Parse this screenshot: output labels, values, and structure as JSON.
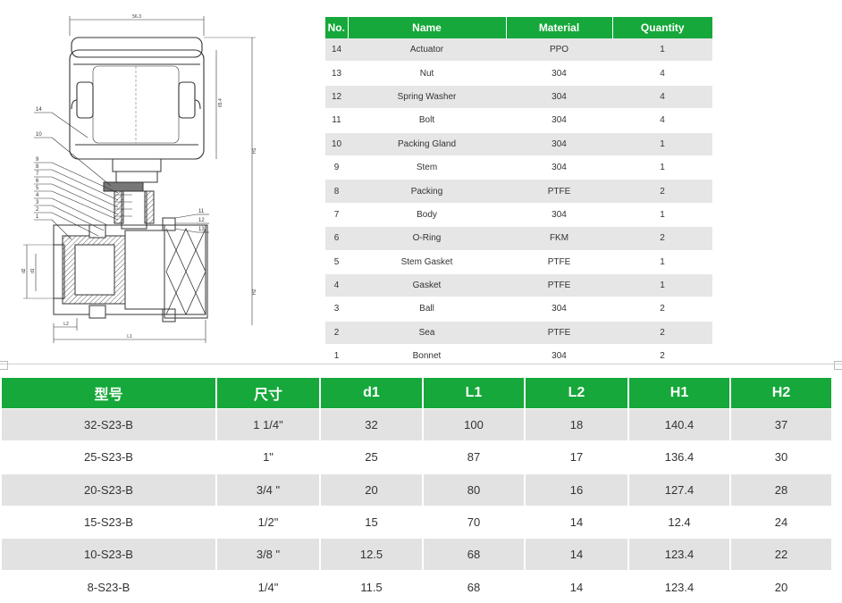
{
  "drawing": {
    "dimension_labels": {
      "top_width": "56.3",
      "actuator_height": "65.4",
      "h1": "H1",
      "h2": "H2",
      "l1": "L1",
      "l2": "L2",
      "d1": "d1",
      "d2": "d2"
    },
    "callouts_left": [
      "14",
      "10",
      "9",
      "8",
      "7",
      "6",
      "5",
      "4",
      "3",
      "2",
      "1"
    ],
    "callouts_right": [
      "11",
      "12",
      "13"
    ]
  },
  "parts_table": {
    "headers": [
      "No.",
      "Name",
      "Material",
      "Quantity"
    ],
    "rows": [
      [
        "14",
        "Actuator",
        "PPO",
        "1"
      ],
      [
        "13",
        "Nut",
        "304",
        "4"
      ],
      [
        "12",
        "Spring Washer",
        "304",
        "4"
      ],
      [
        "11",
        "Bolt",
        "304",
        "4"
      ],
      [
        "10",
        "Packing Gland",
        "304",
        "1"
      ],
      [
        "9",
        "Stem",
        "304",
        "1"
      ],
      [
        "8",
        "Packing",
        "PTFE",
        "2"
      ],
      [
        "7",
        "Body",
        "304",
        "1"
      ],
      [
        "6",
        "O-Ring",
        "FKM",
        "2"
      ],
      [
        "5",
        "Stem Gasket",
        "PTFE",
        "1"
      ],
      [
        "4",
        "Gasket",
        "PTFE",
        "1"
      ],
      [
        "3",
        "Ball",
        "304",
        "2"
      ],
      [
        "2",
        "Sea",
        "PTFE",
        "2"
      ],
      [
        "1",
        "Bonnet",
        "304",
        "2"
      ]
    ]
  },
  "dimension_table": {
    "headers": [
      "型号",
      "尺寸",
      "d1",
      "L1",
      "L2",
      "H1",
      "H2"
    ],
    "rows": [
      [
        "32-S23-B",
        "1 1/4\"",
        "32",
        "100",
        "18",
        "140.4",
        "37"
      ],
      [
        "25-S23-B",
        "1\"",
        "25",
        "87",
        "17",
        "136.4",
        "30"
      ],
      [
        "20-S23-B",
        "3/4 \"",
        "20",
        "80",
        "16",
        "127.4",
        "28"
      ],
      [
        "15-S23-B",
        "1/2\"",
        "15",
        "70",
        "14",
        "12.4",
        "24"
      ],
      [
        "10-S23-B",
        "3/8 \"",
        "12.5",
        "68",
        "14",
        "123.4",
        "22"
      ],
      [
        "8-S23-B",
        "1/4\"",
        "11.5",
        "68",
        "14",
        "123.4",
        "20"
      ]
    ]
  },
  "colors": {
    "header_green": "#16a83a",
    "row_gray": "#e6e6e6",
    "line": "#333333"
  }
}
